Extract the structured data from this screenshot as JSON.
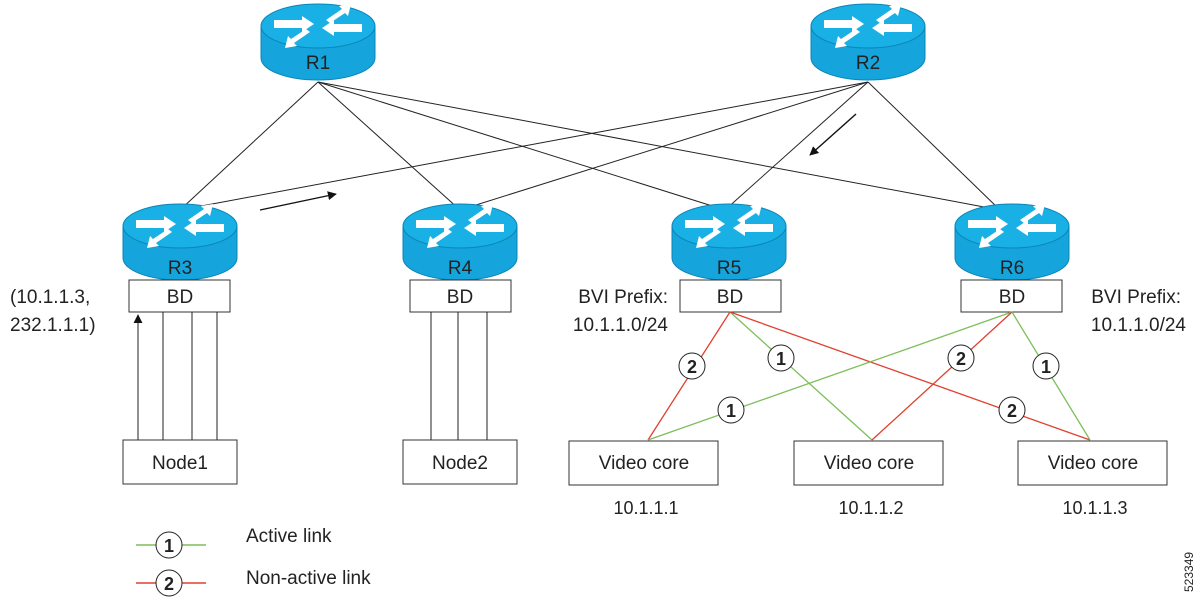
{
  "routers": [
    {
      "id": "r1",
      "label": "R1"
    },
    {
      "id": "r2",
      "label": "R2"
    },
    {
      "id": "r3",
      "label": "R3"
    },
    {
      "id": "r4",
      "label": "R4"
    },
    {
      "id": "r5",
      "label": "R5"
    },
    {
      "id": "r6",
      "label": "R6"
    }
  ],
  "bd_label": "BD",
  "r3_annotation": {
    "line1": "(10.1.1.3,",
    "line2": "232.1.1.1)"
  },
  "r5_prefix": {
    "line1": "BVI Prefix:",
    "line2": "10.1.1.0/24"
  },
  "r6_prefix": {
    "line1": "BVI Prefix:",
    "line2": "10.1.1.0/24"
  },
  "nodes": [
    {
      "id": "node1",
      "label": "Node1"
    },
    {
      "id": "node2",
      "label": "Node2"
    }
  ],
  "video_cores": [
    {
      "id": "vc1",
      "label": "Video core",
      "ip": "10.1.1.1"
    },
    {
      "id": "vc2",
      "label": "Video core",
      "ip": "10.1.1.2"
    },
    {
      "id": "vc3",
      "label": "Video core",
      "ip": "10.1.1.3"
    }
  ],
  "link_markers": {
    "active": "1",
    "non_active": "2"
  },
  "legend": {
    "active_label": "Active link",
    "non_active_label": "Non-active link",
    "active_color": "#7cbf5a",
    "non_active_color": "#e0402f"
  },
  "colors": {
    "router": "#15a5dc",
    "router_dark": "#0b85b5"
  },
  "figure_id": "523349"
}
